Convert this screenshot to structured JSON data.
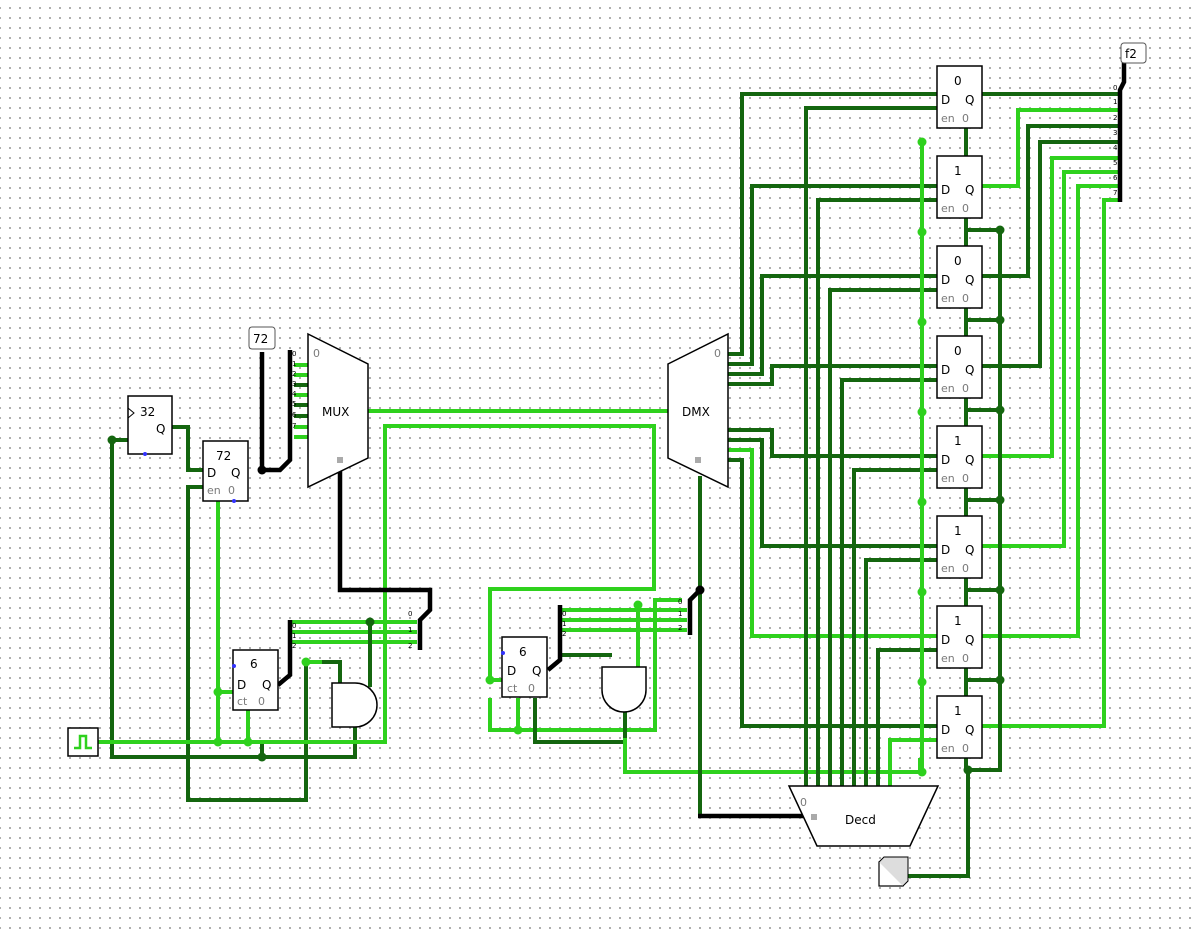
{
  "probe_values": {
    "input_probe": "72",
    "output_probe": "f2"
  },
  "counters": {
    "counter_a": "32",
    "register_a": "72",
    "counter_b": "6",
    "counter_c": "6"
  },
  "registers": [
    "0",
    "1",
    "0",
    "0",
    "1",
    "1",
    "1",
    "1"
  ],
  "labels": {
    "mux": "MUX",
    "dmx": "DMX",
    "decoder": "Decd",
    "mux_sel0": "0",
    "dmx_sel0": "0",
    "dec_sel0": "0",
    "d": "D",
    "q": "Q",
    "en": "en",
    "ct": "ct",
    "zero": "0"
  },
  "bus_indices": [
    "0",
    "1",
    "2",
    "3",
    "4",
    "5",
    "6",
    "7"
  ],
  "sel_indices": [
    "0",
    "1",
    "2"
  ],
  "colors": {
    "wire_high": "#2ed11d",
    "wire_low": "#14660f",
    "bus": "#000000"
  }
}
